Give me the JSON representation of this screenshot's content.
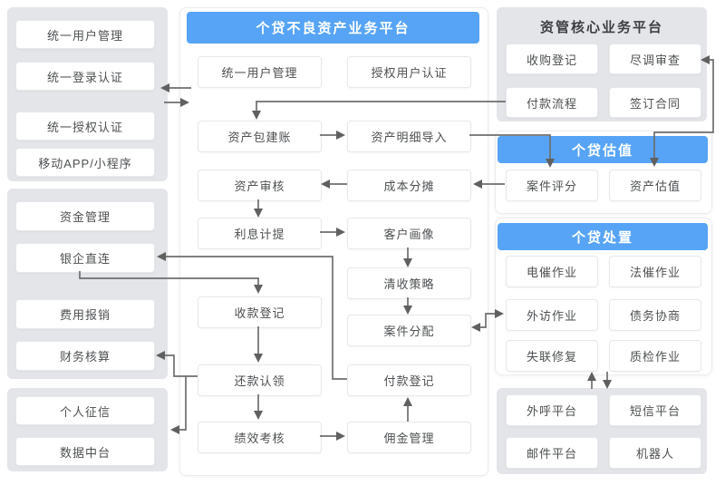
{
  "colors": {
    "accent_blue": "#57a4f6",
    "panel_gray": "#e3e5e8",
    "node_bg": "#ffffff",
    "node_text": "#4e5052",
    "line": "#6e6e6e"
  },
  "left": {
    "auth_panel": {
      "items": [
        "统一用户管理",
        "统一登录认证",
        "统一授权认证",
        "移动APP/小程序"
      ]
    },
    "finance_panel": {
      "items": [
        "资金管理",
        "银企直连",
        "费用报销",
        "财务核算"
      ]
    },
    "data_panel": {
      "items": [
        "个人征信",
        "数据中台"
      ]
    }
  },
  "middle": {
    "title": "个贷不良资产业务平台",
    "nodes_left": [
      "统一用户管理",
      "资产包建账",
      "资产审核",
      "利息计提",
      "收款登记",
      "还款认领",
      "绩效考核"
    ],
    "nodes_right": [
      "授权用户认证",
      "资产明细导入",
      "成本分摊",
      "客户画像",
      "清收策略",
      "案件分配",
      "付款登记",
      "佣金管理"
    ]
  },
  "right": {
    "core_panel": {
      "title": "资管核心业务平台",
      "items": [
        "收购登记",
        "尽调审查",
        "付款流程",
        "签订合同"
      ]
    },
    "valuation_panel": {
      "title": "个贷估值",
      "items": [
        "案件评分",
        "资产估值"
      ]
    },
    "disposal_panel": {
      "title": "个贷处置",
      "items": [
        "电催作业",
        "法催作业",
        "外访作业",
        "债务协商",
        "失联修复",
        "质检作业"
      ]
    },
    "channel_panel": {
      "items": [
        "外呼平台",
        "短信平台",
        "邮件平台",
        "机器人"
      ]
    }
  },
  "edges": [
    {
      "from": "统一登录认证",
      "to": "个贷不良资产业务平台",
      "type": "bidirectional"
    },
    {
      "from": "付款流程",
      "to": "资产包建账",
      "type": "arrow"
    },
    {
      "from": "资产包建账",
      "to": "资产明细导入",
      "type": "arrow"
    },
    {
      "from": "资产明细导入",
      "to": "案件评分",
      "type": "arrow"
    },
    {
      "from": "案件评分",
      "to": "成本分摊",
      "type": "arrow"
    },
    {
      "from": "成本分摊",
      "to": "资产审核",
      "type": "arrow"
    },
    {
      "from": "资产审核",
      "to": "利息计提",
      "type": "arrow"
    },
    {
      "from": "利息计提",
      "to": "客户画像",
      "type": "arrow"
    },
    {
      "from": "客户画像",
      "to": "清收策略",
      "type": "arrow"
    },
    {
      "from": "清收策略",
      "to": "案件分配",
      "type": "arrow"
    },
    {
      "from": "案件分配",
      "to": "外访作业",
      "type": "bidirectional"
    },
    {
      "from": "尽调审查",
      "to": "资产估值",
      "type": "bidirectional"
    },
    {
      "from": "收款登记",
      "to": "还款认领",
      "type": "arrow"
    },
    {
      "from": "还款认领",
      "to": "绩效考核",
      "type": "arrow"
    },
    {
      "from": "绩效考核",
      "to": "佣金管理",
      "type": "arrow"
    },
    {
      "from": "佣金管理",
      "to": "付款登记",
      "type": "arrow"
    },
    {
      "from": "付款登记",
      "to": "银企直连",
      "type": "arrow"
    },
    {
      "from": "银企直连",
      "to": "收款登记",
      "type": "arrow"
    },
    {
      "from": "还款认领",
      "to": "财务核算",
      "type": "arrow"
    },
    {
      "from": "还款认领",
      "to": "个人征信/数据中台",
      "type": "arrow"
    },
    {
      "from": "个贷处置",
      "to": "外呼平台组",
      "type": "bidirectional"
    }
  ]
}
